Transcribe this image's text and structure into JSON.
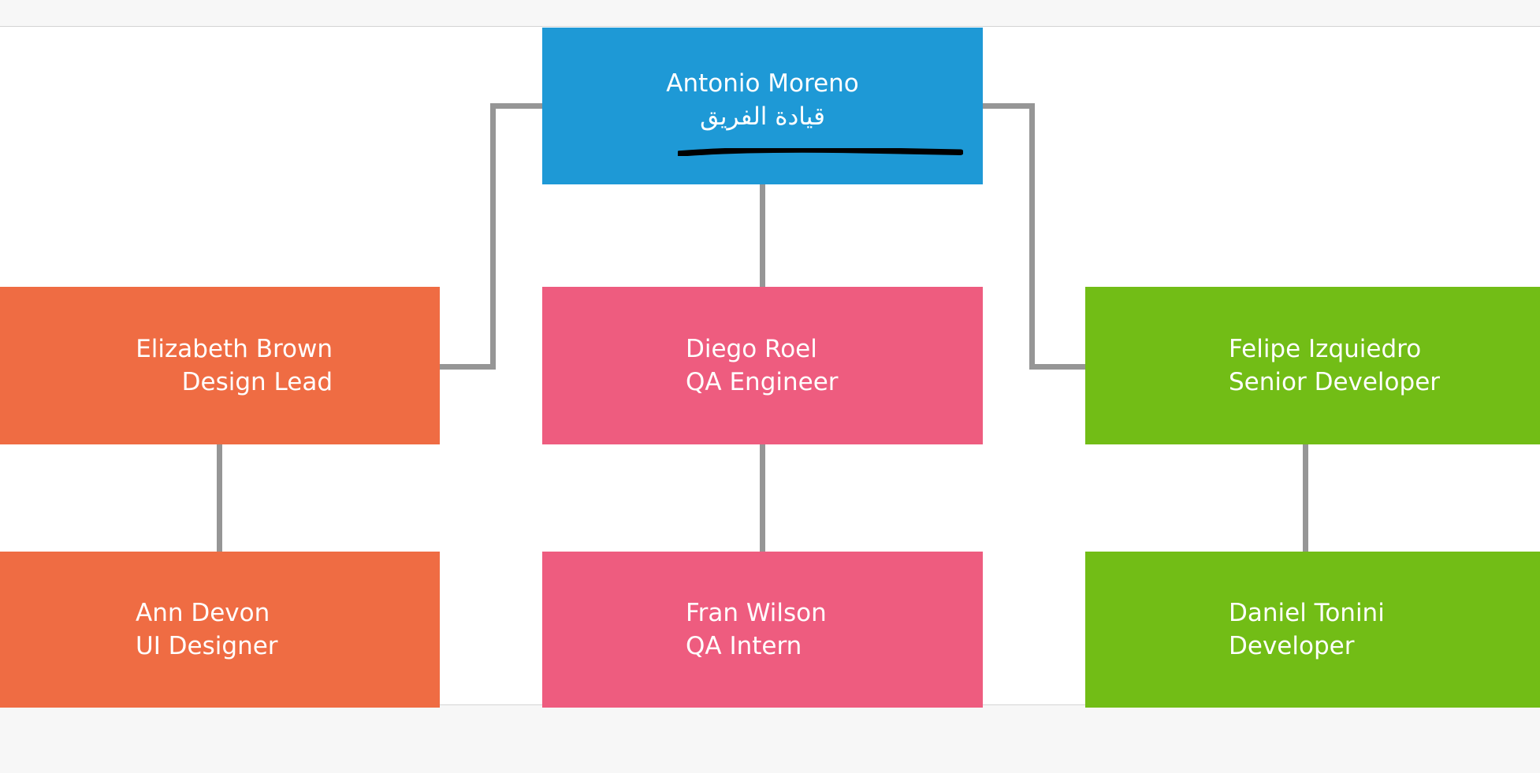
{
  "chart": {
    "type": "org-chart",
    "title": "",
    "background": "#ffffff",
    "page_background": "#f7f7f7",
    "connector_color": "#969696",
    "annotation": {
      "kind": "marker-underline-stroke",
      "color": "#000000",
      "target": "root-subtitle"
    }
  },
  "nodes": {
    "root": {
      "name": "Antonio Moreno",
      "title": "قيادة الفريق",
      "color": "#1e99d6"
    },
    "branch_left": {
      "name": "Elizabeth Brown",
      "title": "Design Lead",
      "color": "#ef6c43"
    },
    "branch_mid": {
      "name": "Diego Roel",
      "title": "QA Engineer",
      "color": "#ee5c7f"
    },
    "branch_right": {
      "name": "Felipe Izquiedro",
      "title": "Senior Developer",
      "color": "#72bd16"
    },
    "leaf_left": {
      "name": "Ann Devon",
      "title": "UI Designer",
      "color": "#ef6c43"
    },
    "leaf_mid": {
      "name": "Fran Wilson",
      "title": "QA Intern",
      "color": "#ee5c7f"
    },
    "leaf_right": {
      "name": "Daniel Tonini",
      "title": "Developer",
      "color": "#72bd16"
    }
  }
}
